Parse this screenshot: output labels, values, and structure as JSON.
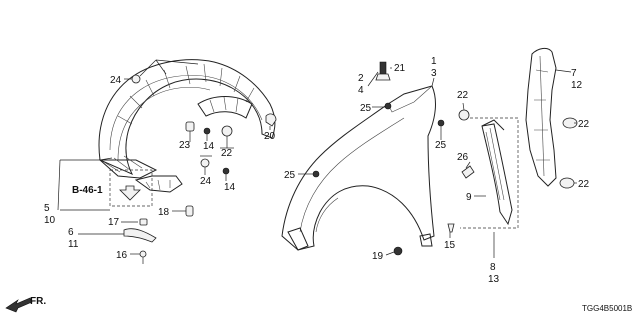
{
  "diagram_code": "TGG4B5001B",
  "direction_label": "FR.",
  "reference_label": "B-46-1",
  "callouts": {
    "c1": "1",
    "c3": "3",
    "c2": "2",
    "c4": "4",
    "c21": "21",
    "c25a": "25",
    "c25b": "25",
    "c25c": "25",
    "c22a": "22",
    "c22b": "22",
    "c22c": "22",
    "c22d": "22",
    "c7": "7",
    "c12": "12",
    "c24a": "24",
    "c24b": "24",
    "c23": "23",
    "c14a": "14",
    "c14b": "14",
    "c20": "20",
    "c26": "26",
    "c9": "9",
    "c15": "15",
    "c19": "19",
    "c8": "8",
    "c13": "13",
    "c5": "5",
    "c10": "10",
    "c17": "17",
    "c6": "6",
    "c11": "11",
    "c16": "16",
    "c18": "18"
  }
}
